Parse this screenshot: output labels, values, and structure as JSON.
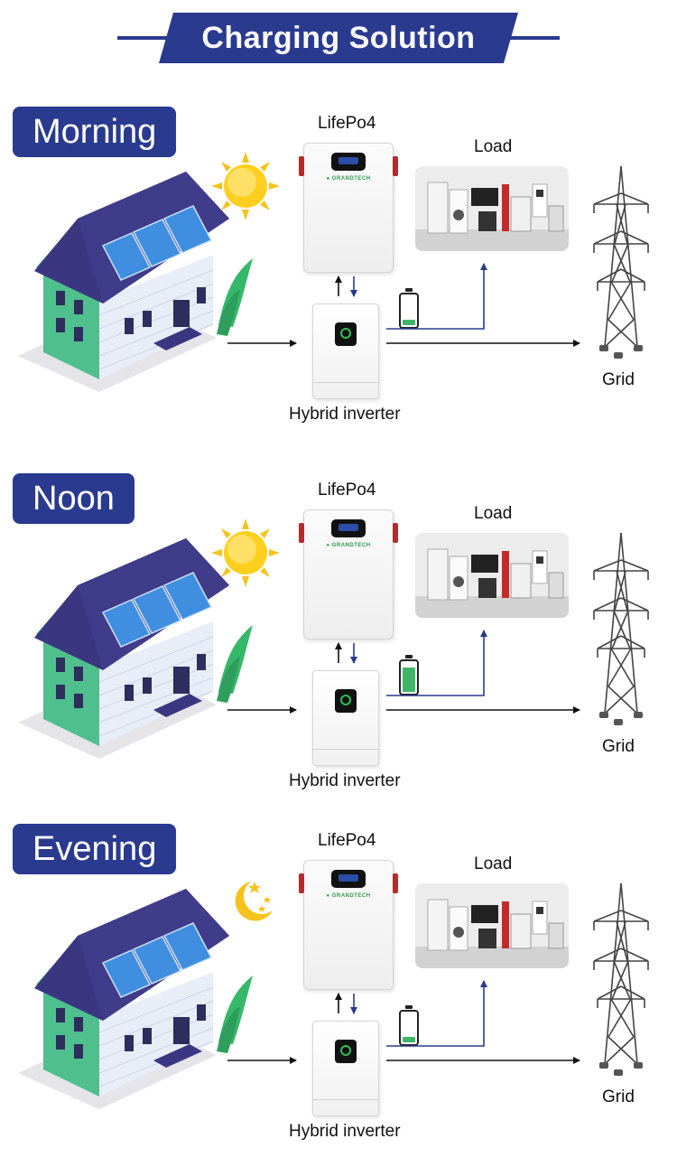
{
  "header": {
    "title": "Charging Solution"
  },
  "colors": {
    "brand": "#2a3a8f",
    "battery_fill": "#3fb56a",
    "grid_arrow": "#111111",
    "load_arrow": "#2a3a8f"
  },
  "panels": [
    {
      "label": "Morning",
      "sky_icon": "sun-icon",
      "battery_level": 0.2,
      "battery_name": "LifePo4",
      "load_name": "Load",
      "inverter_name": "Hybrid inverter",
      "grid_name": "Grid"
    },
    {
      "label": "Noon",
      "sky_icon": "sun-icon",
      "battery_level": 0.9,
      "battery_name": "LifePo4",
      "load_name": "Load",
      "inverter_name": "Hybrid inverter",
      "grid_name": "Grid"
    },
    {
      "label": "Evening",
      "sky_icon": "moon-stars-icon",
      "battery_level": 0.2,
      "battery_name": "LifePo4",
      "load_name": "Load",
      "inverter_name": "Hybrid inverter",
      "grid_name": "Grid"
    }
  ]
}
